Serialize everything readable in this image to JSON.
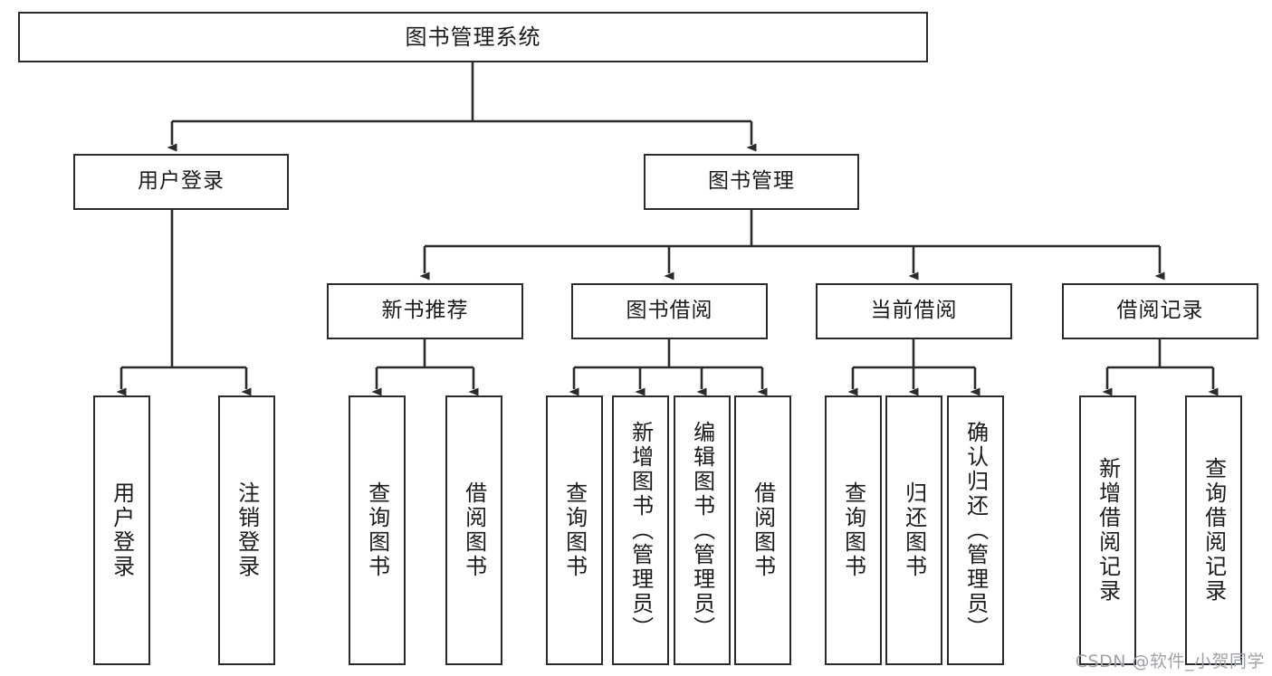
{
  "diagram": {
    "title": "图书管理系统",
    "type": "functional-structure-tree",
    "watermark": "CSDN @软件_小贺同学",
    "colors": {
      "node_border": "#2b2b2b",
      "node_fill": "#ffffff",
      "edge": "#2b2b2b",
      "text": "#1b1b1b",
      "watermark": "#9fa3a8"
    },
    "levels": {
      "root": {
        "label": "图书管理系统"
      },
      "level2": [
        {
          "id": "user-login",
          "label": "用户登录"
        },
        {
          "id": "book-manage",
          "label": "图书管理"
        }
      ],
      "level3": [
        {
          "id": "new-book-recommend",
          "label": "新书推荐",
          "parent": "book-manage"
        },
        {
          "id": "book-borrow",
          "label": "图书借阅",
          "parent": "book-manage"
        },
        {
          "id": "current-borrow",
          "label": "当前借阅",
          "parent": "book-manage"
        },
        {
          "id": "borrow-record",
          "label": "借阅记录",
          "parent": "book-manage"
        }
      ],
      "leaves": [
        {
          "id": "leaf-user-login",
          "label": "用户登录",
          "parent": "user-login"
        },
        {
          "id": "leaf-logout-login",
          "label": "注销登录",
          "parent": "user-login"
        },
        {
          "id": "leaf-query-book-1",
          "label": "查询图书",
          "parent": "new-book-recommend"
        },
        {
          "id": "leaf-borrow-book-1",
          "label": "借阅图书",
          "parent": "new-book-recommend"
        },
        {
          "id": "leaf-query-book-2",
          "label": "查询图书",
          "parent": "book-borrow"
        },
        {
          "id": "leaf-add-book",
          "label": "新增图书（管理员）",
          "parent": "book-borrow"
        },
        {
          "id": "leaf-edit-book",
          "label": "编辑图书（管理员）",
          "parent": "book-borrow"
        },
        {
          "id": "leaf-borrow-book-2",
          "label": "借阅图书",
          "parent": "book-borrow"
        },
        {
          "id": "leaf-query-book-3",
          "label": "查询图书",
          "parent": "current-borrow"
        },
        {
          "id": "leaf-return-book",
          "label": "归还图书",
          "parent": "current-borrow"
        },
        {
          "id": "leaf-confirm-return",
          "label": "确认归还（管理员）",
          "parent": "current-borrow"
        },
        {
          "id": "leaf-add-record",
          "label": "新增借阅记录",
          "parent": "borrow-record"
        },
        {
          "id": "leaf-query-record",
          "label": "查询借阅记录",
          "parent": "borrow-record"
        }
      ]
    }
  }
}
